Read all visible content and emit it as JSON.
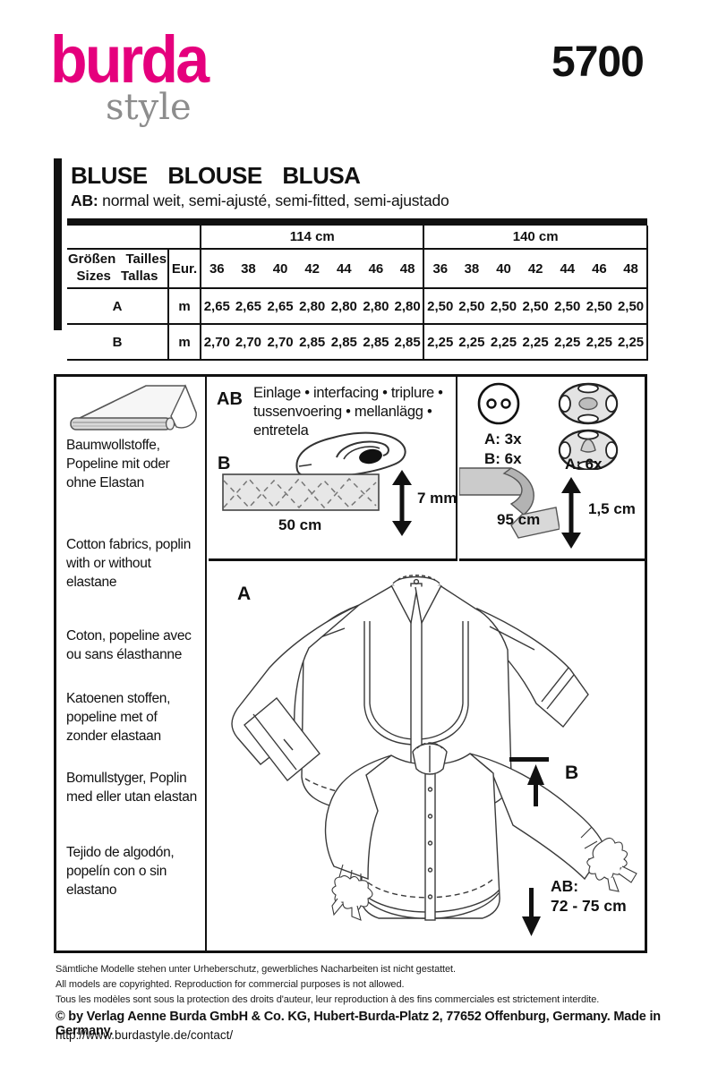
{
  "brand": {
    "logo_main": "burda",
    "logo_sub": "style",
    "pattern_number": "5700",
    "brand_color": "#e5007d"
  },
  "title": {
    "heading": "BLUSE BLOUSE BLUSA",
    "sub_prefix": "AB:",
    "sub_text": " normal weit, semi-ajusté, semi-fitted, semi-ajustado"
  },
  "size_table": {
    "group_headers": [
      "114 cm",
      "140 cm"
    ],
    "label_line1": "Größen Tailles",
    "label_line2": "Sizes Tallas",
    "eur_label": "Eur.",
    "sizes": [
      "36",
      "38",
      "40",
      "42",
      "44",
      "46",
      "48"
    ],
    "rows": [
      {
        "label": "A",
        "unit": "m",
        "values_114": [
          "2,65",
          "2,65",
          "2,65",
          "2,80",
          "2,80",
          "2,80",
          "2,80"
        ],
        "values_140": [
          "2,50",
          "2,50",
          "2,50",
          "2,50",
          "2,50",
          "2,50",
          "2,50"
        ]
      },
      {
        "label": "B",
        "unit": "m",
        "values_114": [
          "2,70",
          "2,70",
          "2,70",
          "2,85",
          "2,85",
          "2,85",
          "2,85"
        ],
        "values_140": [
          "2,25",
          "2,25",
          "2,25",
          "2,25",
          "2,25",
          "2,25",
          "2,25"
        ]
      }
    ]
  },
  "fabrics": {
    "items": [
      "Baumwollstoffe, Popeline mit oder ohne Elastan",
      "Cotton fabrics, poplin with or without elastane",
      "Coton, popeline avec ou sans élasthanne",
      "Katoenen stoffen, popeline met of zonder elastaan",
      "Bomullstyger, Poplin med eller utan elastan",
      "Tejido de algodón, popelín con o sin elastano"
    ]
  },
  "notions": {
    "interfacing_label": "AB",
    "interfacing_text": "Einlage • interfacing • triplure • tussenvoering • mellanlägg • entretela",
    "strip_label": "B",
    "strip_width": "50 cm",
    "strip_height": "7 mm",
    "button_count_a": "A: 3x",
    "button_count_b": "B: 6x",
    "snap_count": "A: 6x",
    "ribbon_length": "95 cm",
    "ribbon_width": "1,5 cm"
  },
  "views": {
    "view_a_label": "A",
    "view_b_label": "B",
    "length_prefix": "AB:",
    "length_value": "72 - 75 cm"
  },
  "footer": {
    "line1": "Sämtliche Modelle stehen unter Urheberschutz, gewerbliches Nacharbeiten ist nicht gestattet.",
    "line2": "All models are copyrighted. Reproduction for commercial purposes is not allowed.",
    "line3": "Tous les modèles sont sous la protection des droits d'auteur, leur reproduction à des fins commerciales est strictement interdite.",
    "copyright": "© by Verlag Aenne Burda GmbH & Co. KG, Hubert-Burda-Platz 2, 77652 Offenburg, Germany. Made in Germany.",
    "url": "http://www.burdastyle.de/contact/"
  }
}
